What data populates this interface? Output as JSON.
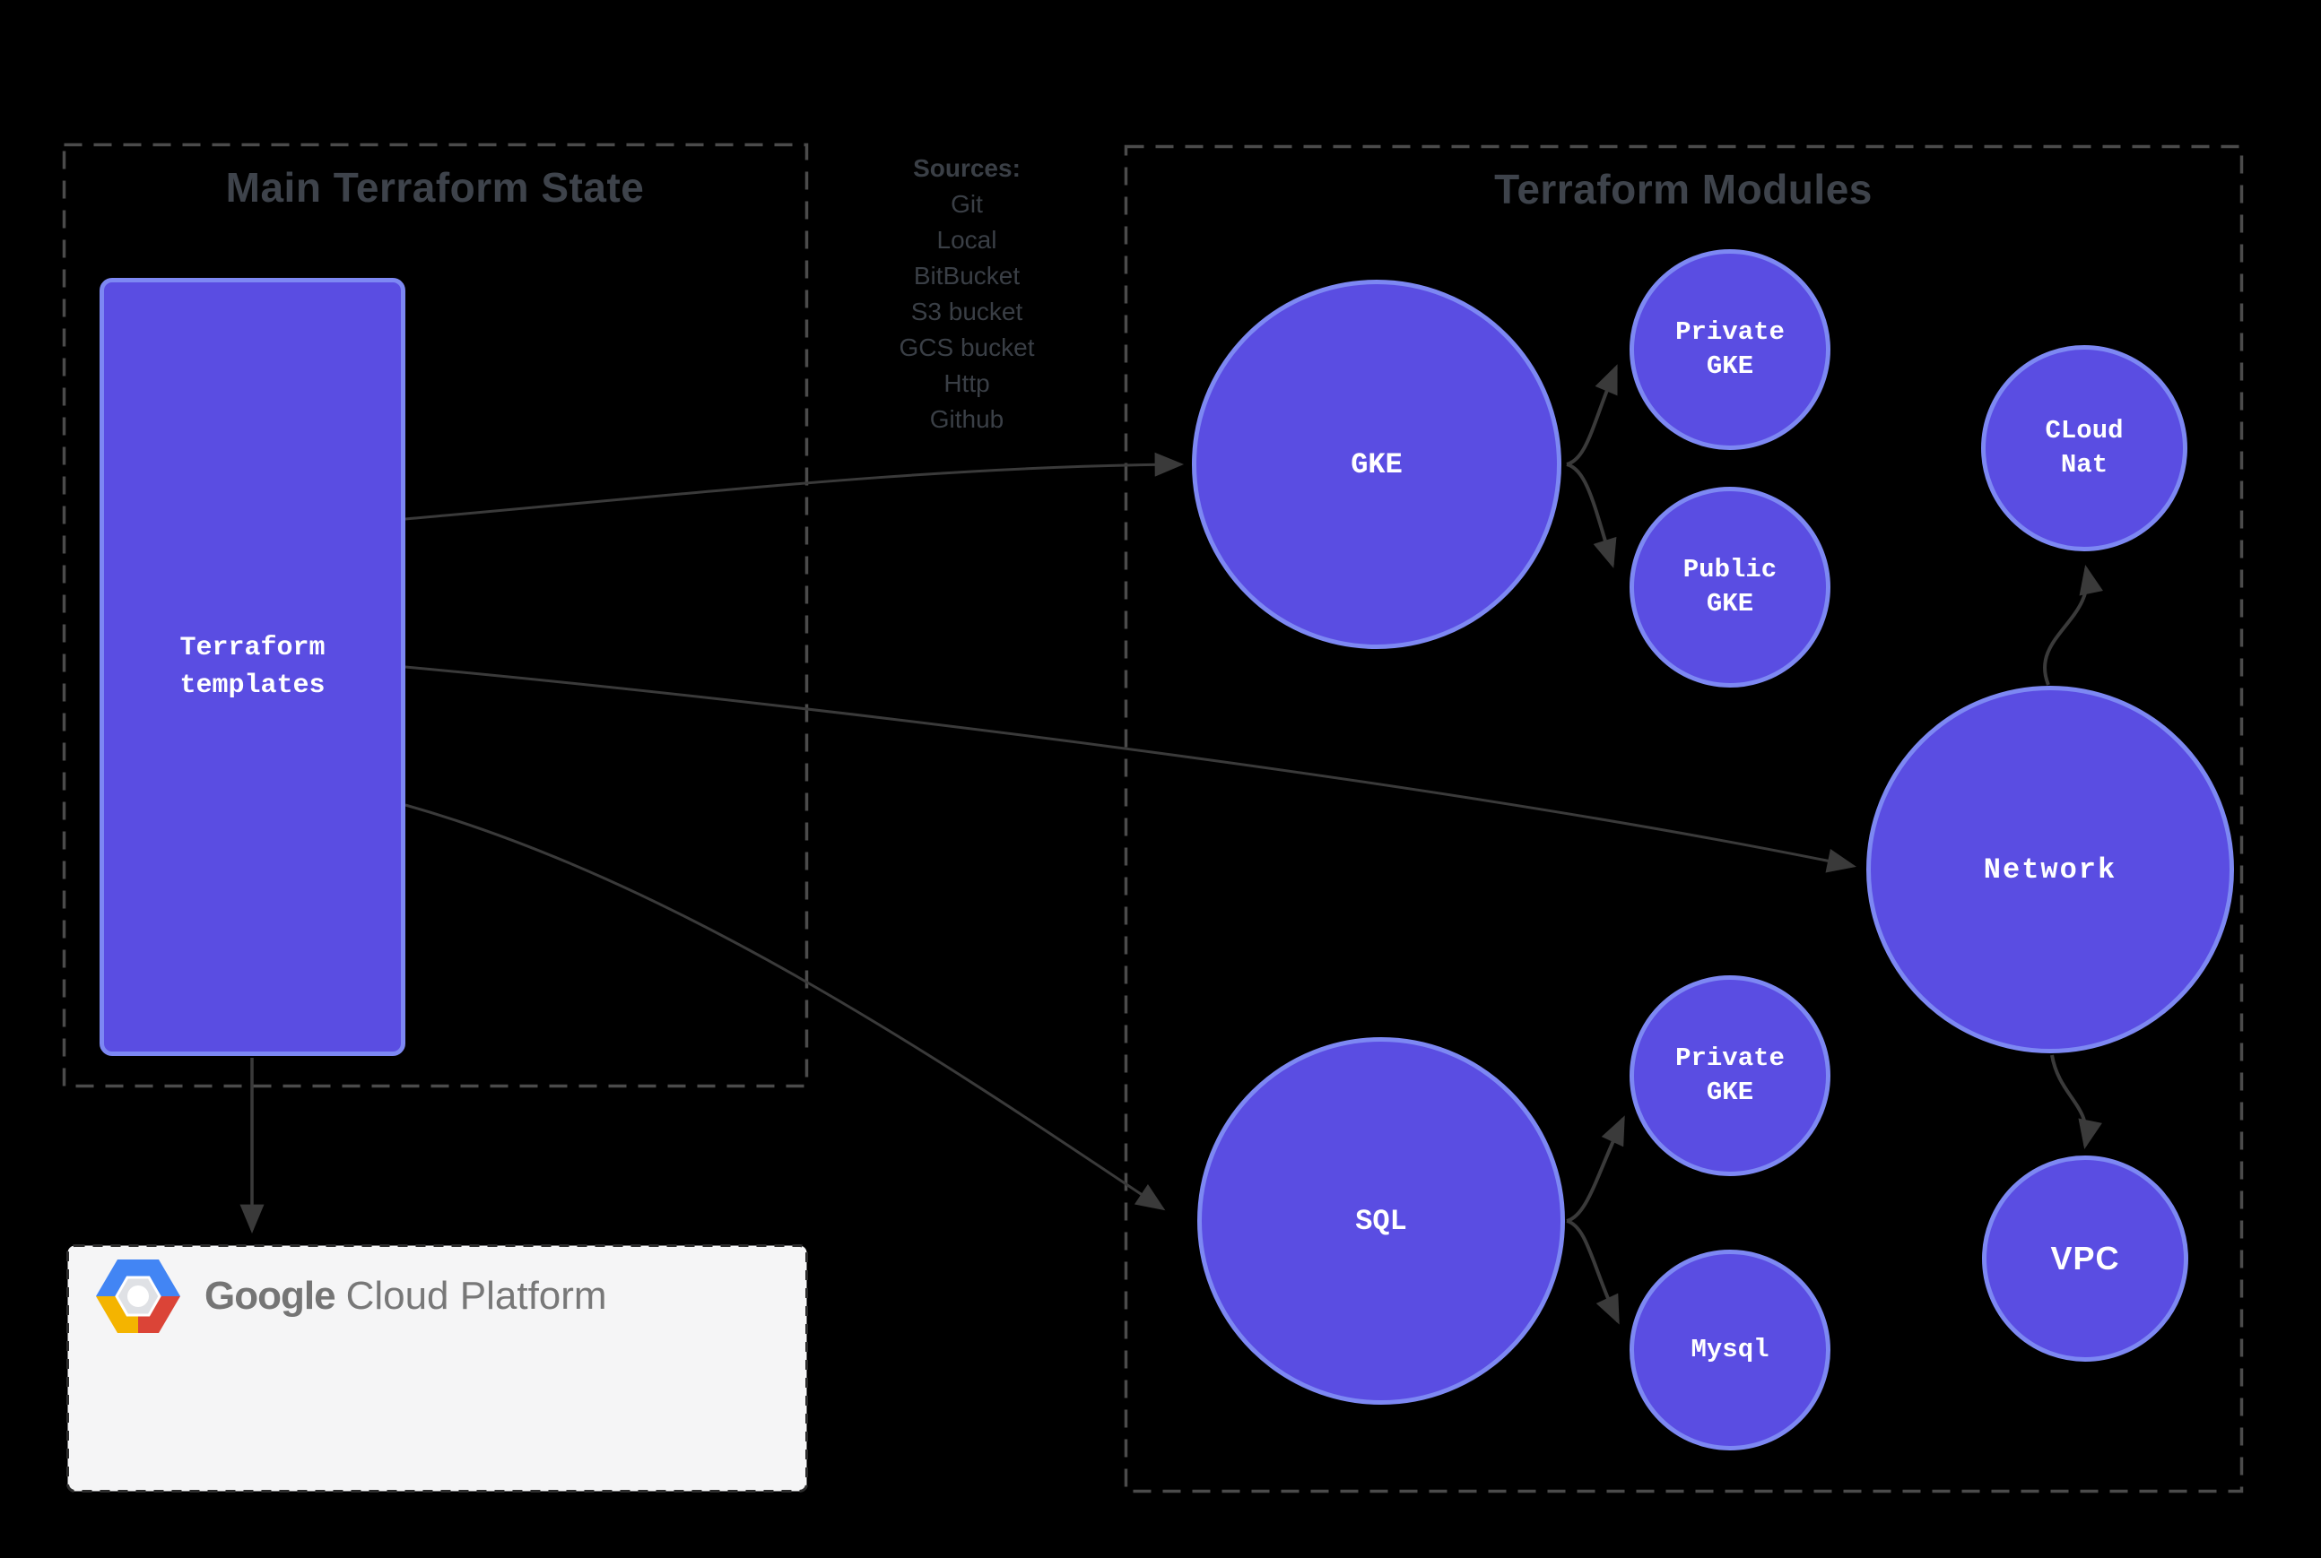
{
  "boxes": {
    "main_state": {
      "title": "Main Terraform State"
    },
    "modules": {
      "title": "Terraform Modules"
    },
    "gcp": {
      "brand_primary": "Google",
      "brand_secondary": "Cloud Platform"
    }
  },
  "sources": {
    "heading": "Sources:",
    "items": [
      "Git",
      "Local",
      "BitBucket",
      "S3 bucket",
      "GCS bucket",
      "Http",
      "Github"
    ]
  },
  "nodes": {
    "templates": {
      "label": "Terraform templates"
    },
    "gke": {
      "label": "GKE"
    },
    "private_gke_top": {
      "label": "Private GKE"
    },
    "public_gke": {
      "label": "Public GKE"
    },
    "cloud_nat": {
      "label": "CLoud Nat"
    },
    "network": {
      "label": "Network"
    },
    "sql": {
      "label": "SQL"
    },
    "private_gke_bottom": {
      "label": "Private GKE"
    },
    "mysql": {
      "label": "Mysql"
    },
    "vpc": {
      "label": "VPC"
    }
  },
  "colors": {
    "background": "#000000",
    "node_fill": "#5a4de2",
    "node_border": "#7d88f3",
    "box_dash": "#4b4b4b",
    "title_text": "#3e434b",
    "arrow": "#3a3a3a",
    "gcp_box_fill": "#f5f5f6",
    "gcp_text": "#757575",
    "logo_blue": "#4285f4",
    "logo_red": "#db4437",
    "logo_yellow": "#f4b400"
  }
}
